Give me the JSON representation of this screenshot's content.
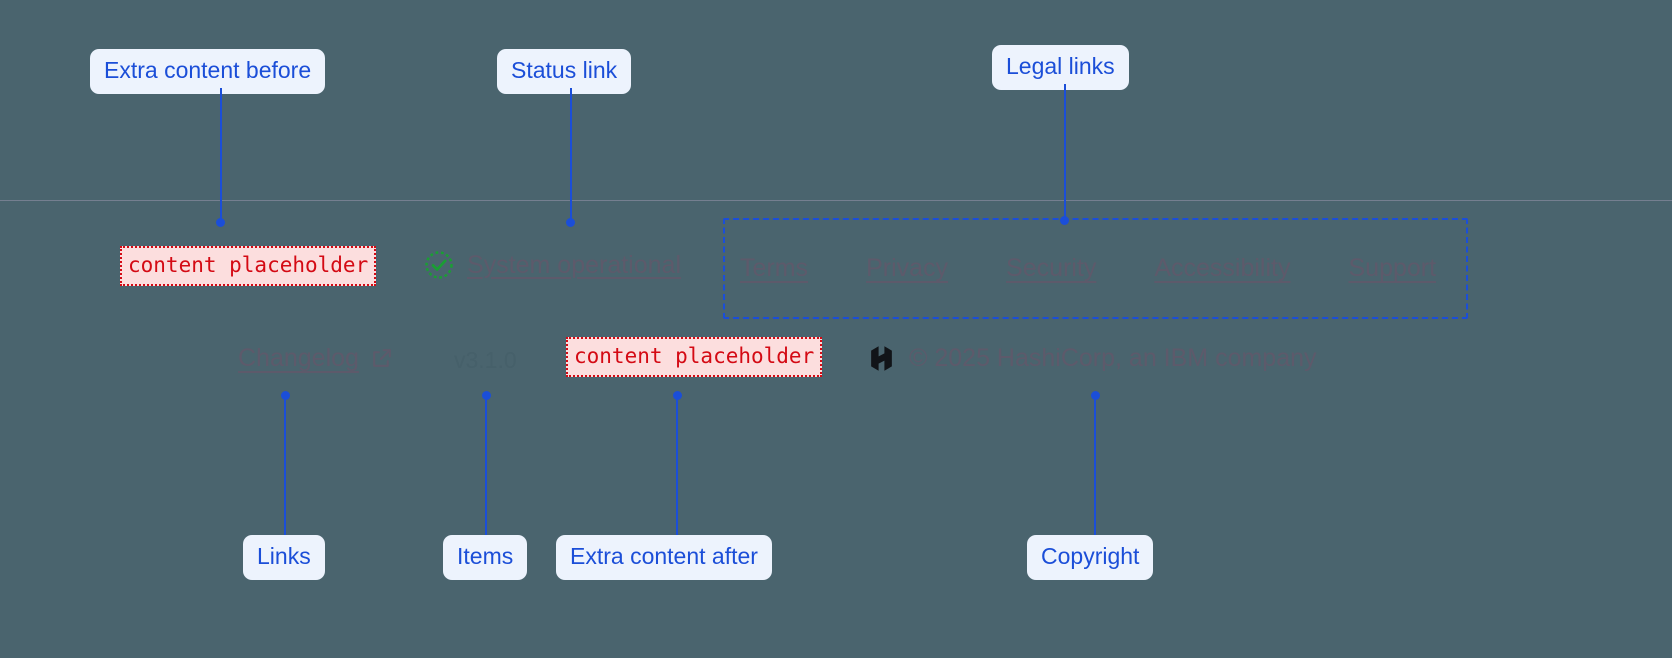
{
  "background_color": "#4a646e",
  "accent_color": "#1b4ed8",
  "placeholder_color": "#d40a14",
  "muted_text_color": "#5d5a6b",
  "status_ok_color": "#1a9e34",
  "annotations": {
    "extra_before": "Extra content before",
    "status_link": "Status link",
    "legal_links": "Legal links",
    "links": "Links",
    "items": "Items",
    "extra_after": "Extra content after",
    "copyright": "Copyright"
  },
  "footer": {
    "slot_before": "content placeholder",
    "slot_after": "content placeholder",
    "status": {
      "label": "System operational",
      "icon": "check-circle-icon"
    },
    "legal": [
      {
        "label": "Terms"
      },
      {
        "label": "Privacy"
      },
      {
        "label": "Security"
      },
      {
        "label": "Accessibility"
      },
      {
        "label": "Support"
      }
    ],
    "changelog": {
      "label": "Changelog",
      "icon": "external-link-icon"
    },
    "version": "v3.1.0",
    "copyright": {
      "logo": "hashicorp-logo",
      "text": "© 2025 HashiCorp, an IBM company"
    }
  }
}
